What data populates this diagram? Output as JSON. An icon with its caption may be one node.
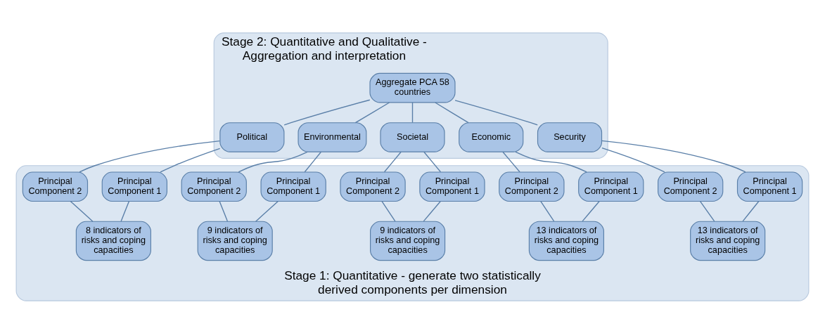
{
  "diagram": {
    "nodes": [
      {
        "text": [
          "Stage 2: Quantitative and Qualitative - Aggregation and interpretation"
        ]
      },
      {
        "text": [
          "Aggregate PCA 58 countries"
        ],
        "in": 0
      },
      {
        "text": [
          "Political"
        ],
        "in": 0
      },
      {
        "text": [
          "Environmental"
        ],
        "in": 0
      },
      {
        "text": [
          "Societal"
        ],
        "in": 0
      },
      {
        "text": [
          "Economic"
        ],
        "in": 0
      },
      {
        "text": [
          "Security"
        ],
        "in": 0
      },
      {
        "text": [
          "Stage 1: Quantitative - generate two statistically derived components per dimension"
        ]
      },
      {
        "text": [
          "Principal Component 1"
        ],
        "in": 7
      },
      {
        "text": [
          "Principal Component 2"
        ],
        "in": 7
      },
      {
        "text": [
          "8 indicators of risks and coping capacities"
        ],
        "in": 7
      },
      {
        "text": [
          "Principal Component 1"
        ],
        "in": 7
      },
      {
        "text": [
          "Principal Component 2"
        ],
        "in": 7
      },
      {
        "text": [
          "9 indicators of risks and coping capacities"
        ],
        "in": 7
      },
      {
        "text": [
          "Principal Component 1"
        ],
        "in": 7
      },
      {
        "text": [
          "Principal Component 2"
        ],
        "in": 7
      },
      {
        "text": [
          "9 indicators of risks and coping capacities"
        ],
        "in": 7
      },
      {
        "text": [
          "Principal Component 1"
        ],
        "in": 7
      },
      {
        "text": [
          "Principal Component 2"
        ],
        "in": 7
      },
      {
        "text": [
          "13 indicators of risks and coping capacities"
        ],
        "in": 7
      },
      {
        "text": [
          "Principal Component 1"
        ],
        "in": 7
      },
      {
        "text": [
          "Principal Component 2"
        ],
        "in": 7
      },
      {
        "text": [
          "13 indicators of risks and coping capacities"
        ],
        "in": 7
      }
    ],
    "edges": [
      {
        "from": 1,
        "to": 2,
        "arrow": "none"
      },
      {
        "from": 1,
        "to": 3,
        "arrow": "none"
      },
      {
        "from": 1,
        "to": 4,
        "arrow": "none"
      },
      {
        "from": 1,
        "to": 5,
        "arrow": "none"
      },
      {
        "from": 1,
        "to": 6,
        "arrow": "none"
      },
      {
        "from": 2,
        "to": 8,
        "arrow": "none"
      },
      {
        "from": 2,
        "to": 9,
        "arrow": "none"
      },
      {
        "from": 8,
        "to": 10,
        "arrow": "none"
      },
      {
        "from": 9,
        "to": 10,
        "arrow": "none"
      },
      {
        "from": 3,
        "to": 11,
        "arrow": "none"
      },
      {
        "from": 3,
        "to": 12,
        "arrow": "none"
      },
      {
        "from": 11,
        "to": 13,
        "arrow": "none"
      },
      {
        "from": 12,
        "to": 13,
        "arrow": "none"
      },
      {
        "from": 4,
        "to": 14,
        "arrow": "none"
      },
      {
        "from": 4,
        "to": 15,
        "arrow": "none"
      },
      {
        "from": 14,
        "to": 16,
        "arrow": "none"
      },
      {
        "from": 15,
        "to": 16,
        "arrow": "none"
      },
      {
        "from": 5,
        "to": 17,
        "arrow": "none"
      },
      {
        "from": 5,
        "to": 18,
        "arrow": "none"
      },
      {
        "from": 17,
        "to": 19,
        "arrow": "none"
      },
      {
        "from": 18,
        "to": 19,
        "arrow": "none"
      },
      {
        "from": 6,
        "to": 20,
        "arrow": "none"
      },
      {
        "from": 6,
        "to": 21,
        "arrow": "none"
      },
      {
        "from": 20,
        "to": 22,
        "arrow": "none"
      },
      {
        "from": 21,
        "to": 22,
        "arrow": "none"
      }
    ]
  }
}
